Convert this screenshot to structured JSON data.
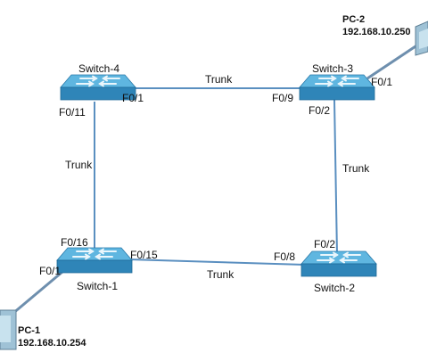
{
  "switches": {
    "switch4": {
      "label": "Switch-4"
    },
    "switch3": {
      "label": "Switch-3"
    },
    "switch1": {
      "label": "Switch-1"
    },
    "switch2": {
      "label": "Switch-2"
    }
  },
  "pcs": {
    "pc1": {
      "name": "PC-1",
      "ip": "192.168.10.254"
    },
    "pc2": {
      "name": "PC-2",
      "ip": "192.168.10.250"
    }
  },
  "ports": {
    "sw4_f0_1": "F0/1",
    "sw4_f0_11": "F0/11",
    "sw3_f0_9": "F0/9",
    "sw3_f0_2": "F0/2",
    "sw3_f0_1": "F0/1",
    "sw1_f0_16": "F0/16",
    "sw1_f0_15": "F0/15",
    "sw1_f0_1": "F0/1",
    "sw2_f0_8": "F0/8",
    "sw2_f0_2": "F0/2"
  },
  "links": {
    "top": "Trunk",
    "right": "Trunk",
    "left": "Trunk",
    "bottom": "Trunk"
  },
  "colors": {
    "switch_top": "#5fb6e0",
    "switch_side": "#2f85b8",
    "switch_front": "#1e6a96",
    "switch_arrows": "#eaf6fc",
    "link": "#5a8fc0",
    "pc_link": "#6e8fae",
    "pc_body": "#9fc2d6"
  }
}
